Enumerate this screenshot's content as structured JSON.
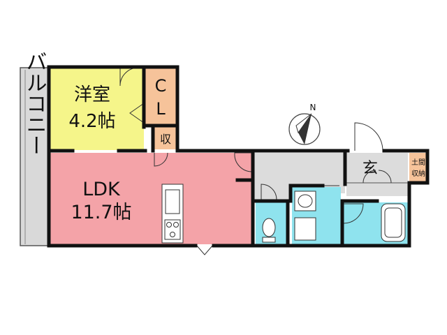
{
  "rooms": {
    "balcony": {
      "label": "バルコニー"
    },
    "western": {
      "label": "洋室",
      "size": "4.2帖"
    },
    "closet": {
      "label_c": "C",
      "label_l": "L"
    },
    "storage": {
      "label": "収"
    },
    "ldk": {
      "label": "LDK",
      "size": "11.7帖"
    },
    "entrance": {
      "label": "玄"
    },
    "doma_storage": {
      "label_top": "土間",
      "label_bottom": "収納"
    }
  },
  "compass": {
    "label": "N"
  },
  "colors": {
    "western": "#f5f58a",
    "closet": "#f6c39a",
    "ldk": "#f4a3a8",
    "hall": "#dcdcdc",
    "wet": "#8fe3ee",
    "balcony": "#d9d9d9",
    "walls": "#111111"
  }
}
